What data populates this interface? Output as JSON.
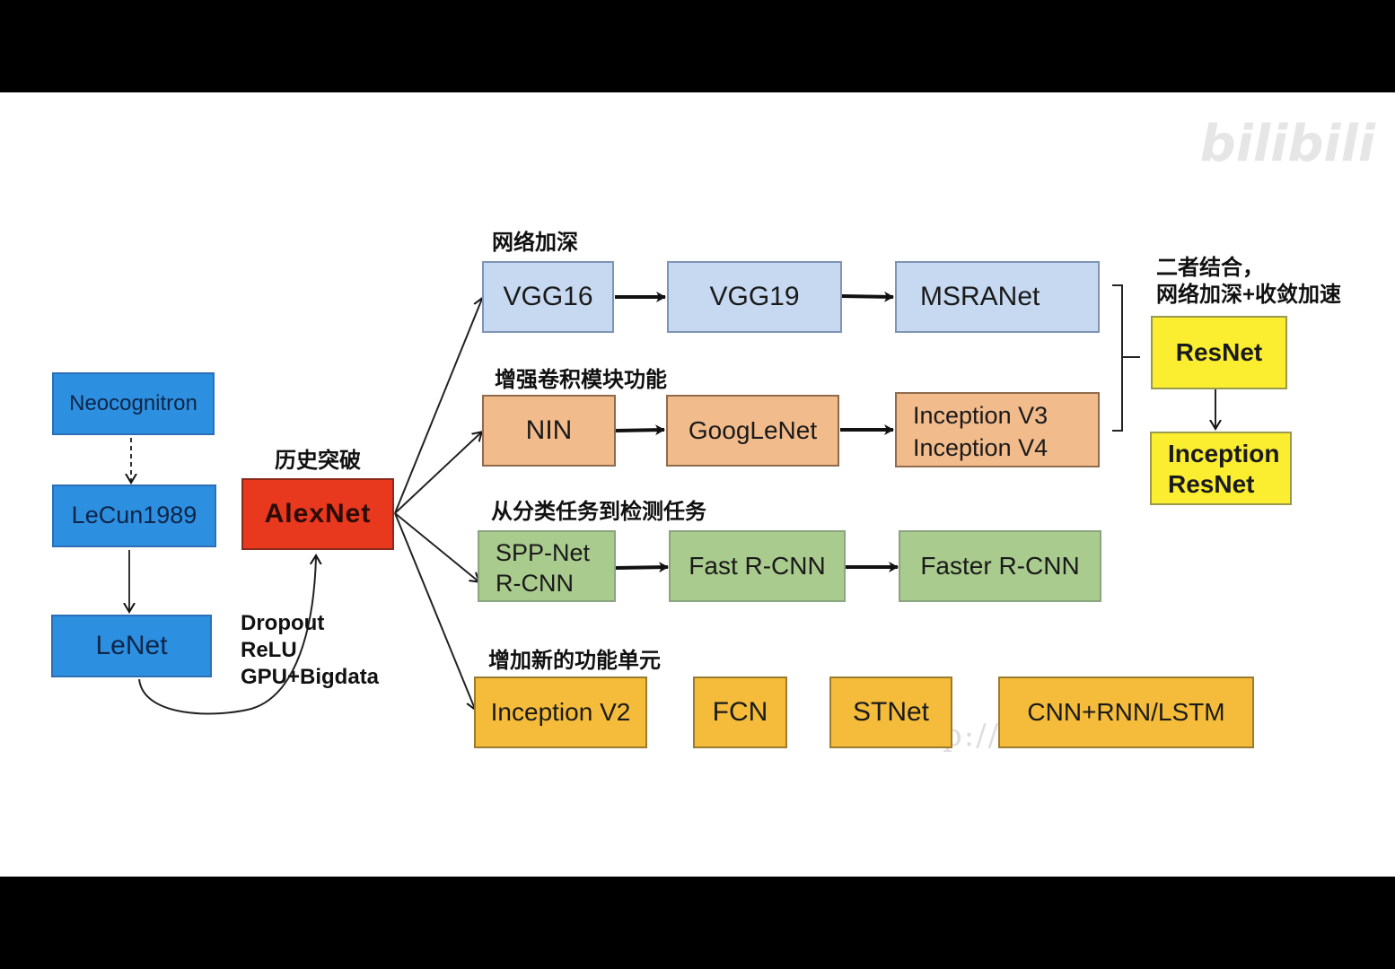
{
  "watermark": {
    "site": "bilibili",
    "url": "p://                          oveliuzz"
  },
  "labels": {
    "deepen": "网络加深",
    "enhance": "增强卷积模块功能",
    "detect": "从分类任务到检测任务",
    "newunit": "增加新的功能单元",
    "history": "历史突破",
    "combine_line1": "二者结合，",
    "combine_line2": "网络加深+收敛加速",
    "alex_line1": "Dropout",
    "alex_line2": "ReLU",
    "alex_line3": "GPU+Bigdata"
  },
  "nodes": {
    "neocognitron": "Neocognitron",
    "lecun1989": "LeCun1989",
    "lenet": "LeNet",
    "alexnet": "AlexNet",
    "vgg16": "VGG16",
    "vgg19": "VGG19",
    "msranet": "MSRANet",
    "nin": "NIN",
    "googlenet": "GoogLeNet",
    "inception_v3": "Inception V3",
    "inception_v4": "Inception V4",
    "sppnet": "SPP-Net",
    "rcnn": "R-CNN",
    "fast_rcnn": "Fast R-CNN",
    "faster_rcnn": "Faster R-CNN",
    "inception_v2": "Inception V2",
    "fcn": "FCN",
    "stnet": "STNet",
    "cnn_rnn_lstm": "CNN+RNN/LSTM",
    "resnet": "ResNet",
    "inception_resnet_1": "Inception",
    "inception_resnet_2": "ResNet"
  },
  "colors": {
    "letterbox": "#000000",
    "blue": "#2d8fe0",
    "light_blue": "#c6d9f1",
    "orange": "#f2bb8c",
    "green": "#a9cb8d",
    "gold": "#f4bc3a",
    "yellow": "#fbee31",
    "red": "#e8381e"
  }
}
